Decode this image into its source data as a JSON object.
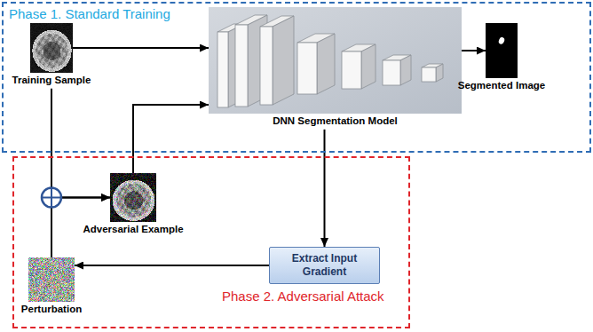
{
  "diagram": {
    "nodes": [
      {
        "text": [
          "Phase 1. Standard Training"
        ]
      },
      {
        "text": [
          "Training Sample"
        ],
        "in": 0
      },
      {
        "text": [
          "DNN Segmentation Model"
        ],
        "in": 0
      },
      {
        "text": [
          "Segmented Image"
        ],
        "in": 0
      },
      {
        "text": [
          "Phase 2. Adversarial Attack"
        ]
      },
      {
        "text": [
          "Adversarial Example"
        ],
        "in": 4
      },
      {
        "text": [
          "Perturbation"
        ],
        "in": 4
      },
      {
        "text": [
          "Extract Input Gradient"
        ],
        "in": 4
      }
    ],
    "edges": [
      {
        "from": 1,
        "to": 2,
        "arrow": "to"
      },
      {
        "from": 2,
        "to": 3,
        "arrow": "to"
      },
      {
        "from": 1,
        "to": 5,
        "arrow": "to"
      },
      {
        "from": 6,
        "to": 5,
        "arrow": "to"
      },
      {
        "from": 5,
        "to": 2,
        "arrow": "to"
      },
      {
        "from": 2,
        "to": 7,
        "arrow": "to"
      },
      {
        "from": 7,
        "to": 6,
        "arrow": "to"
      }
    ]
  }
}
